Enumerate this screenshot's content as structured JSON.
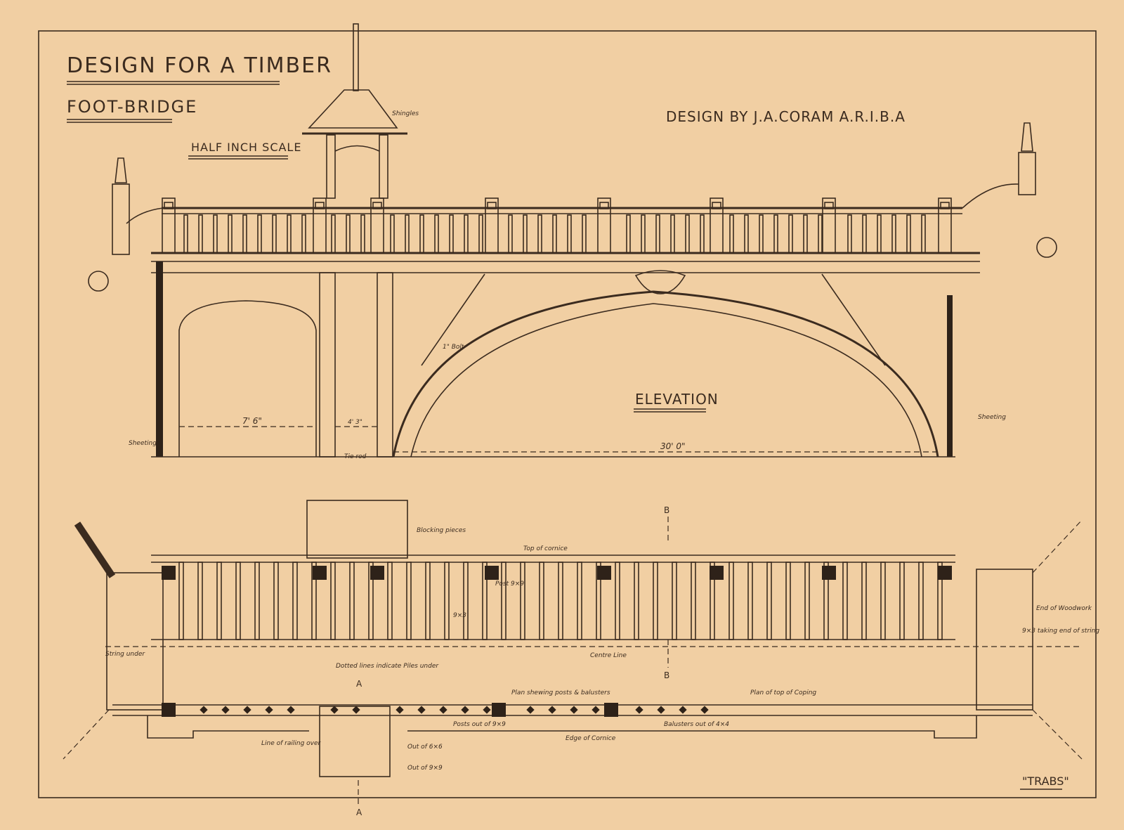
{
  "title": {
    "line1": "DESIGN FOR A TIMBER",
    "line2": "FOOT-BRIDGE"
  },
  "scale": "HALF INCH SCALE",
  "author": "DESIGN BY J.A.CORAM A.R.I.B.A",
  "signature": "\"TRABS\"",
  "colors": {
    "paper": "#f1cfa3",
    "ink": "#3b2b1f"
  },
  "elevation": {
    "heading": "ELEVATION",
    "labels": {
      "shingles": "Shingles",
      "sheeting_left": "Sheeting",
      "sheeting_right": "Sheeting",
      "span_small": "7' 6\"",
      "span_pier": "4' 3\"",
      "span_main": "30' 0\"",
      "tie_rod": "Tie rod",
      "bolt": "1\" Bolt"
    }
  },
  "plan": {
    "labels": {
      "blocking": "Blocking pieces",
      "cornice_top": "Top of cornice",
      "centre_line": "Centre Line",
      "piles": "Dotted lines indicate Piles under",
      "posts_balusters": "Plan shewing posts & balusters",
      "coping": "Plan of top of Coping",
      "posts_out": "Posts out of 9×9",
      "balusters_out": "Balusters out of 4×4",
      "cornice_edge": "Edge of Cornice",
      "railing_line": "Line of railing over",
      "out_6": "Out of 6×6",
      "out_9": "Out of 9×9",
      "woodwork_end": "End of Woodwork",
      "string_end": "9×3 taking end of string",
      "string_under": "String under",
      "post": "Post 9×9",
      "joist": "9×3",
      "section_b": "B",
      "section_a": "A"
    }
  }
}
